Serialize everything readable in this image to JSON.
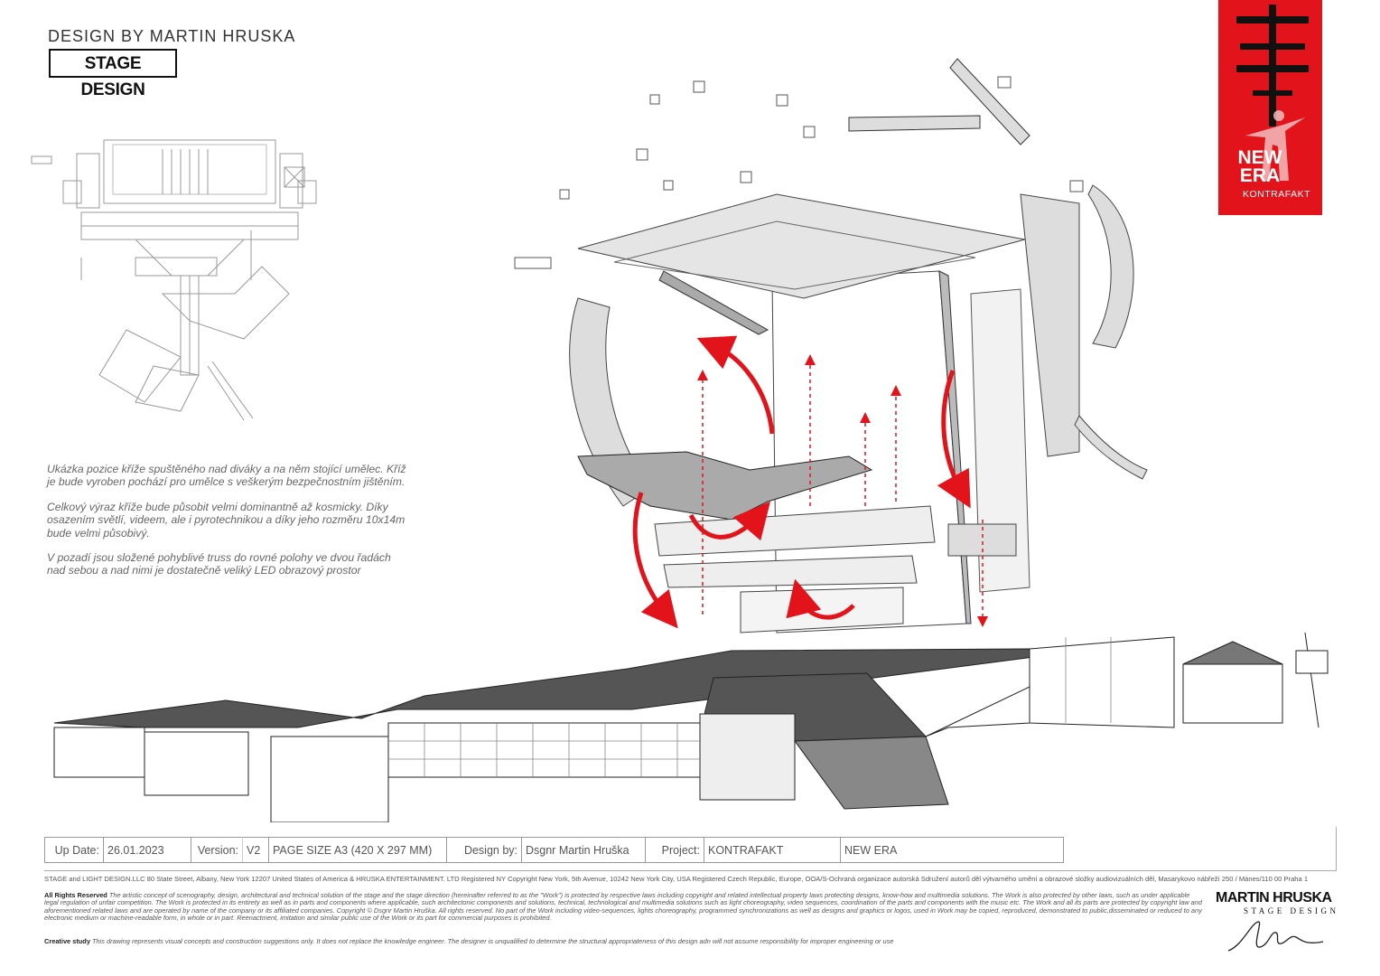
{
  "header": {
    "designer": "DESIGN BY MARTIN HRUSKA",
    "badge": "STAGE DESIGN"
  },
  "poster": {
    "title": "NEW ERA",
    "band": "KONTRAFAKT",
    "accent": "#e3131b"
  },
  "description": {
    "p1": "Ukázka pozice kříže spuštěného nad diváky a na něm stojící umělec. Kříž je bude vyroben pochází pro umělce s veškerým bezpečnostním jištěním.",
    "p2": "Celkový výraz kříže bude působit velmi dominantně až kosmicky. Díky osazením světlí, videem, ale i pyrotechnikou a díky jeho rozměru 10x14m bude velmi působivý.",
    "p3": "V pozadí jsou složené pohyblivé truss do rovné polohy ve dvou řadách nad sebou a nad nimi je dostatečně veliký LED obrazový prostor"
  },
  "info_table": {
    "up_date_label": "Up Date:",
    "up_date": "26.01.2023",
    "version_label": "Version:",
    "version": "V2",
    "page_size": "PAGE SIZE A3 (420 X 297 MM)",
    "design_by_label": "Design by:",
    "design_by": "Dsgnr Martin Hruška",
    "project_label": "Project:",
    "project": "KONTRAFAKT",
    "show": "NEW ERA"
  },
  "footer": {
    "registered": "STAGE and LIGHT DESIGN.LLC 80 State Street, Albany, New York 12207 United States of America & HRUSKA ENTERTAINMENT. LTD Registered NY Copyright New York, 5th Avenue, 10242 New York City, USA Registered Czech Republic, Europe, OOA/S-Ochraná organizace autorská Sdružení autorů děl výtvarného umění a obrazové složky audiovizuálních děl, Masarykovo nábřeží 250 / Mánes/110 00 Praha 1",
    "rights_label": "All Rights Reserved",
    "rights": "The artistic concept of scenography, design, architectural and technical solution of the stage and the stage direction (hereinafter referred to as the \"Work\") is protected by respective laws including copyright and related intellectual property laws protecting designs, know-how and multimedia solutions. The Work is also protected by other laws, such as under applicable legal regulation of unfair competition. The Work is protected in its entirety as well as in parts and components where applicable, such architectonic components and solutions, technical, technological and multimedia solutions such as light choreography, video sequences, coordination of the parts and components with the music etc. The Work and all its parts are protected by copyright law and aforementioned related laws and are operated by name of the company or its affiliated companies. Copyright © Dsgnr Martin Hruška. All rights reserved. No part of the Work including video-sequences, lights choreography, programmed synchronizations as well as designs and graphics or logos, used in Work may be copied, reproduced, demonstrated to public,disseminated or reduced to any electronic medium or machine-readable form, in whole or in part. Reenactment, imitation and similar public use of the Work or its part for commercial purposes is prohibited.",
    "creative_label": "Creative study",
    "creative": "This drawing represents visual concepts and construction suggestions only. It does not replace the knowledge engineer. The designer is unqualified to determine the structural appropriateness of this design adn will not assume responsibility for improper engineering or use",
    "brand_name": "MARTIN HRUSKA",
    "brand_sub": "STAGE DESIGN"
  }
}
